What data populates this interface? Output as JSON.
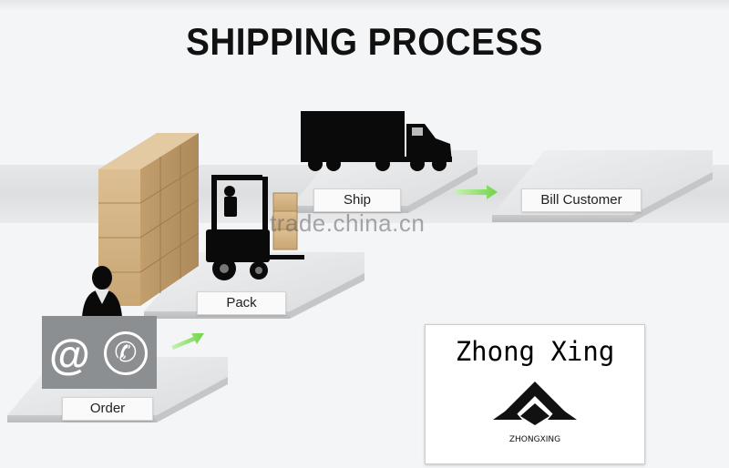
{
  "title": "SHIPPING PROCESS",
  "steps": {
    "order": "Order",
    "pack": "Pack",
    "ship": "Ship",
    "bill": "Bill Customer"
  },
  "contact_icons": {
    "at": "@",
    "phone": "✆"
  },
  "watermark": "trade.china.cn",
  "logo": {
    "name": "Zhong Xing",
    "wordmark": "ZHONGXING"
  },
  "colors": {
    "arrow": "#7ed957",
    "silhouette": "#0a0a0a",
    "box": "#d4b487",
    "platform": "#e4e6e8"
  },
  "icons": [
    "truck-icon",
    "forklift-icon",
    "person-icon",
    "at-icon",
    "phone-icon",
    "arrow-icon",
    "zhongxing-logo-icon"
  ]
}
